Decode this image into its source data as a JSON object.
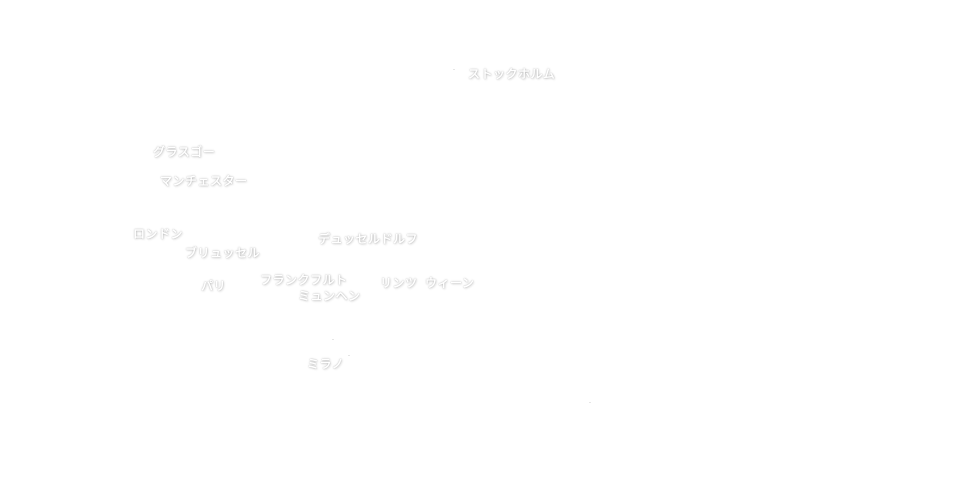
{
  "map": {
    "label_color": "#ffffff",
    "background": "#ffffff",
    "cities": [
      {
        "id": "stockholm",
        "label": "ストックホルム"
      },
      {
        "id": "glasgow",
        "label": "グラスゴー"
      },
      {
        "id": "manchester",
        "label": "マンチェスター"
      },
      {
        "id": "london",
        "label": "ロンドン"
      },
      {
        "id": "brussels",
        "label": "ブリュッセル"
      },
      {
        "id": "dusseldorf",
        "label": "デュッセルドルフ"
      },
      {
        "id": "frankfurt",
        "label": "フランクフルト"
      },
      {
        "id": "paris",
        "label": "パリ"
      },
      {
        "id": "munich",
        "label": "ミュンヘン"
      },
      {
        "id": "linz",
        "label": "リンツ"
      },
      {
        "id": "vienna",
        "label": "ウィーン"
      },
      {
        "id": "milan",
        "label": "ミラノ"
      }
    ]
  }
}
